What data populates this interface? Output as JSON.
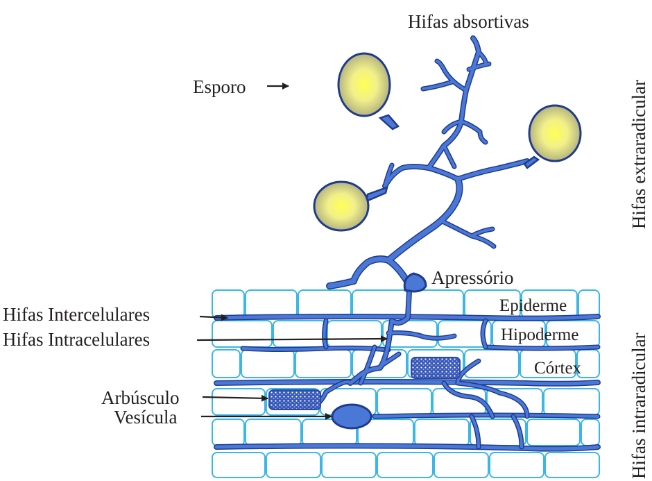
{
  "labels": {
    "hifas_absortivas": "Hifas absortivas",
    "esporo": "Esporo",
    "apressorio": "Apressório",
    "epiderme": "Epiderme",
    "hipoderme": "Hipoderme",
    "cortex": "Córtex",
    "hifas_intercelulares": "Hifas Intercelulares",
    "hifas_intracelulares": "Hifas Intracelulares",
    "arbusculo": "Arbúsculo",
    "vesicula": "Vesícula",
    "hifas_extraradicular": "Hifas extraradicular",
    "hifas_intraradicular": "Hifas intraradicular"
  },
  "colors": {
    "hypha_fill": "#4a78d6",
    "hypha_outline": "#1f3a8f",
    "cell_outline": "#39b7e6",
    "spore_center": "#ffff66",
    "spore_edge": "#a8a878",
    "text": "#231f20"
  }
}
